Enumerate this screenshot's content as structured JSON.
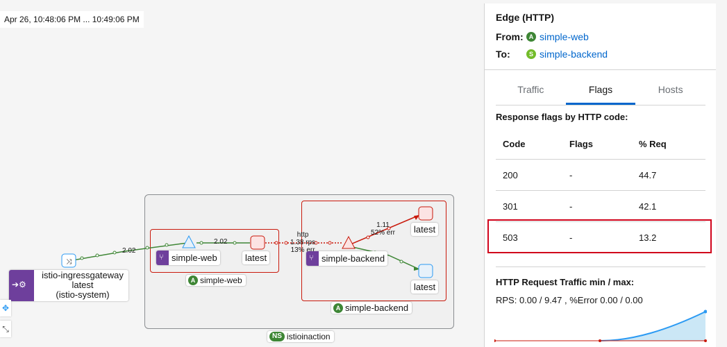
{
  "graph": {
    "time_range": "Apr 26, 10:48:06 PM ... 10:49:06 PM",
    "namespace": {
      "badge": "NS",
      "name": "istioinaction"
    },
    "ingress": {
      "line1": "istio-ingressgateway",
      "line2": "latest",
      "line3": "(istio-system)"
    },
    "app_simple_web": {
      "badge": "A",
      "label": "simple-web",
      "service_label": "simple-web",
      "workload_label": "latest"
    },
    "app_simple_backend": {
      "badge": "A",
      "label": "simple-backend",
      "service_label": "simple-backend",
      "workload_top": "latest",
      "workload_bottom": "latest"
    },
    "edges": {
      "ingress_to_web": "2.02",
      "web_svc_to_wl": "2.02",
      "web_to_backend_line1": "http",
      "web_to_backend_line2": "1.38 rps",
      "web_to_backend_line3": "13% err",
      "backend_to_top_line1": "1.11",
      "backend_to_top_line2": "52% err"
    },
    "colors": {
      "healthy": "#3e8635",
      "error": "#c9190b",
      "ns_border": "#8a8d90"
    }
  },
  "toolbar": {
    "layout_icon": "layout-icon",
    "fit_icon": "expand-icon"
  },
  "side_panel": {
    "title": "Edge (HTTP)",
    "from_label": "From:",
    "from_badge": "A",
    "from_value": "simple-web",
    "to_label": "To:",
    "to_badge": "S",
    "to_value": "simple-backend",
    "tabs": [
      {
        "label": "Traffic",
        "active": false
      },
      {
        "label": "Flags",
        "active": true
      },
      {
        "label": "Hosts",
        "active": false
      }
    ],
    "flags_heading": "Response flags by HTTP code:",
    "table": {
      "headers": [
        "Code",
        "Flags",
        "% Req"
      ],
      "rows": [
        {
          "code": "200",
          "flags": "-",
          "req": "44.7"
        },
        {
          "code": "301",
          "flags": "-",
          "req": "42.1"
        },
        {
          "code": "503",
          "flags": "-",
          "req": "13.2",
          "highlighted": true
        }
      ]
    },
    "traffic_heading": "HTTP Request Traffic min / max:",
    "traffic_values": "RPS: 0.00 / 9.47 , %Error 0.00 / 0.00",
    "colors": {
      "link": "#0066cc",
      "tab_active": "#0066cc",
      "highlight": "#d0021b",
      "spark_fill": "#bee1f4",
      "spark_line": "#2b9af3",
      "err_line": "#c9190b"
    }
  }
}
